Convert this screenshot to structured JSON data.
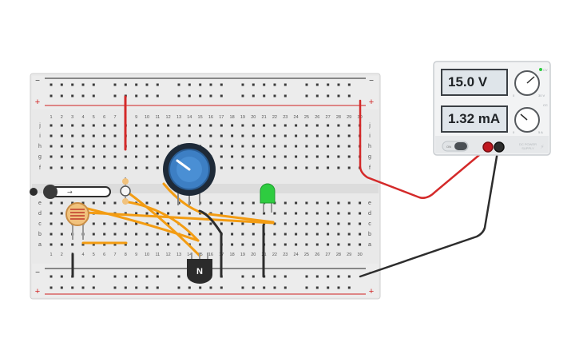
{
  "breadboard": {
    "columns": [
      "1",
      "2",
      "3",
      "4",
      "5",
      "6",
      "7",
      "8",
      "9",
      "10",
      "11",
      "12",
      "13",
      "14",
      "15",
      "16",
      "17",
      "18",
      "19",
      "20",
      "21",
      "22",
      "23",
      "24",
      "25",
      "26",
      "27",
      "28",
      "29",
      "30"
    ],
    "rows_top": [
      "j",
      "i",
      "h",
      "g",
      "f"
    ],
    "rows_bottom": [
      "e",
      "d",
      "c",
      "b",
      "a"
    ],
    "rail_minus": "−",
    "rail_plus": "+"
  },
  "power_supply": {
    "voltage_display": "15.0 V",
    "current_display": "1.32 mA",
    "on_switch_label": "ON",
    "voltage_knob_mark_low": "0",
    "voltage_knob_mark_high": "30 V",
    "current_knob_mark_low": "0",
    "current_knob_mark_high": "5 A",
    "cv_label": "CV",
    "cc_label": "CC",
    "brand_text": "DC POWER SUPPLY"
  },
  "components": {
    "transistor_label": "N",
    "led_color": "#2ecc40",
    "potentiometer_color": "#3d7fc4",
    "wire_color_orange": "#f39c12",
    "wire_color_red": "#d42a2a",
    "wire_color_black": "#2d2d2d"
  },
  "icons": {
    "slide_switch_arrow": "→"
  }
}
